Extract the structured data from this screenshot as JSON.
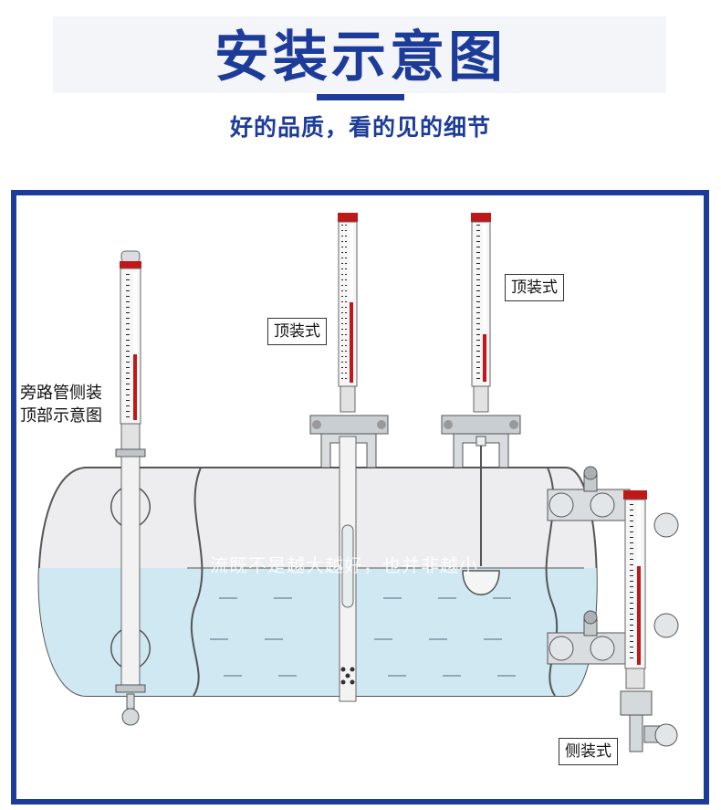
{
  "header": {
    "title": "安装示意图",
    "subtitle": "好的品质，看的见的细节"
  },
  "labels": {
    "bypass_line1": "旁路管侧装",
    "bypass_line2": "顶部示意图",
    "top_mount_center": "顶装式",
    "top_mount_right": "顶装式",
    "side_mount": "侧装式"
  },
  "watermark": "流既不是越大越好，也并非越小",
  "colors": {
    "brand_blue": "#1d3c9a",
    "gauge_red": "#c01818",
    "liquid_blue": "#cfe8f2",
    "tank_gray": "#e6e6e8"
  }
}
